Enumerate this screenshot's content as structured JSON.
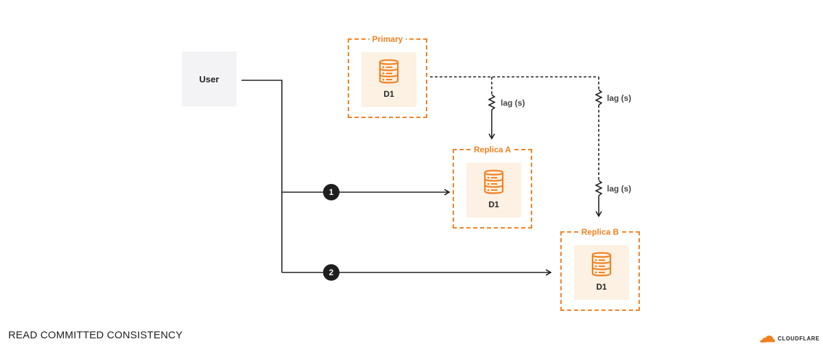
{
  "diagram": {
    "caption": "READ COMMITTED CONSISTENCY",
    "user": {
      "label": "User"
    },
    "nodes": {
      "primary": {
        "title": "Primary",
        "db_label": "D1"
      },
      "replica_a": {
        "title": "Replica A",
        "db_label": "D1"
      },
      "replica_b": {
        "title": "Replica B",
        "db_label": "D1"
      }
    },
    "lag_labels": {
      "to_replica_a": "lag (s)",
      "to_replica_b_upper": "lag (s)",
      "to_replica_b_lower": "lag (s)"
    },
    "steps": {
      "step_1": "1",
      "step_2": "2"
    },
    "icons": {
      "database": "database-stack-icon",
      "lag": "spring-zigzag-icon",
      "logo": "cloudflare-cloud-icon"
    },
    "colors": {
      "accent": "#f38020",
      "card_fill": "#fdf1e3",
      "user_fill": "#f3f3f5",
      "line": "#1e1e1e"
    }
  },
  "logo": {
    "text": "CLOUDFLARE"
  }
}
